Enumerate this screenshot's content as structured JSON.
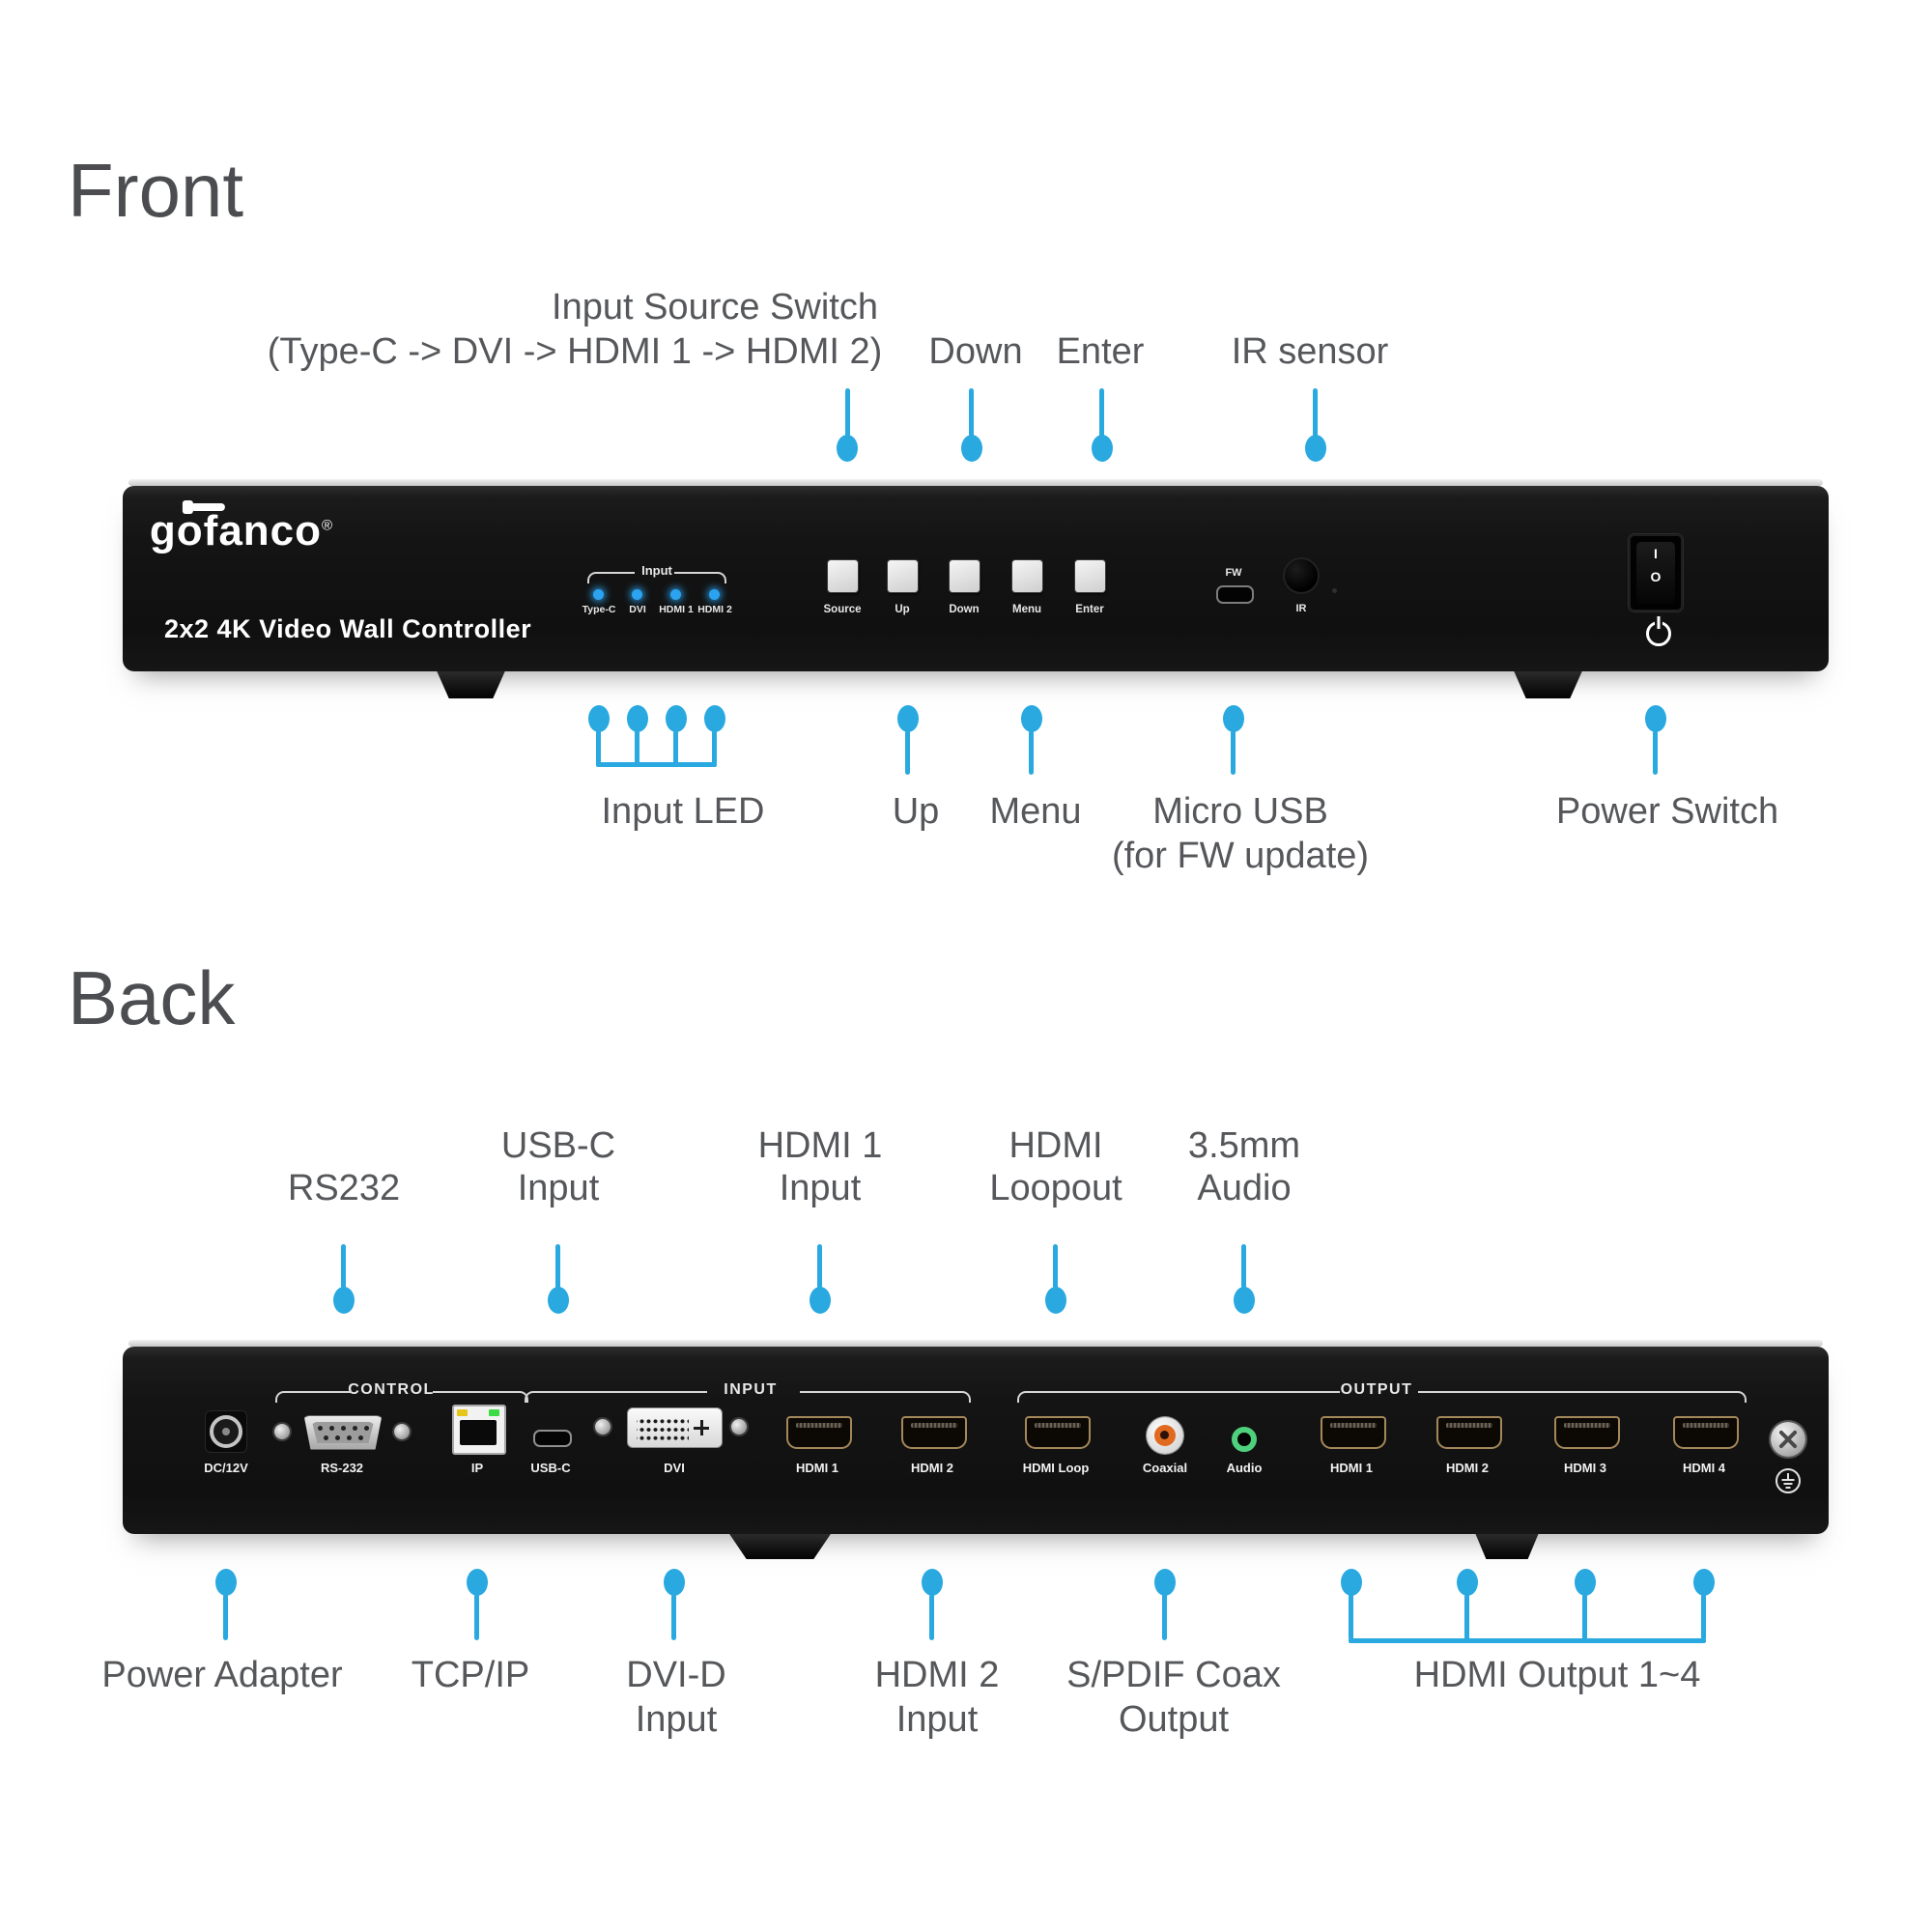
{
  "colors": {
    "accent": "#29a9e0",
    "label_gray": "#55575a",
    "device_black": "#141414",
    "led_blue": "#2ba3f0",
    "coax_orange": "#e06a1f",
    "audio_green": "#4fd07c",
    "ethernet_yellow": "#e6c619",
    "ethernet_green": "#3bdb43"
  },
  "front": {
    "heading": "Front",
    "callouts_top": [
      {
        "lines": [
          "Input Source Switch",
          "(Type-C -> DVI -> HDMI 1 -> HDMI 2)"
        ]
      },
      {
        "lines": [
          "Down"
        ]
      },
      {
        "lines": [
          "Enter"
        ]
      },
      {
        "lines": [
          "IR sensor"
        ]
      }
    ],
    "callouts_bottom": [
      {
        "lines": [
          "Input LED"
        ]
      },
      {
        "lines": [
          "Up"
        ]
      },
      {
        "lines": [
          "Menu"
        ]
      },
      {
        "lines": [
          "Micro USB",
          "(for FW update)"
        ]
      },
      {
        "lines": [
          "Power Switch"
        ]
      }
    ],
    "panel": {
      "brand": "gofanco",
      "brand_reg": "®",
      "model": "2x2 4K Video Wall Controller",
      "led_group_label": "Input",
      "led_labels": [
        "Type-C",
        "DVI",
        "HDMI 1",
        "HDMI 2"
      ],
      "button_labels": [
        "Source",
        "Up",
        "Down",
        "Menu",
        "Enter"
      ],
      "fw_label": "FW",
      "ir_label": "IR",
      "rocker_on": "I",
      "rocker_off": "O"
    }
  },
  "back": {
    "heading": "Back",
    "callouts_top": [
      {
        "lines": [
          "RS232"
        ]
      },
      {
        "lines": [
          "USB-C",
          "Input"
        ]
      },
      {
        "lines": [
          "HDMI 1",
          "Input"
        ]
      },
      {
        "lines": [
          "HDMI",
          "Loopout"
        ]
      },
      {
        "lines": [
          "3.5mm",
          "Audio"
        ]
      }
    ],
    "callouts_bottom": [
      {
        "lines": [
          "Power Adapter"
        ]
      },
      {
        "lines": [
          "TCP/IP"
        ]
      },
      {
        "lines": [
          "DVI-D",
          "Input"
        ]
      },
      {
        "lines": [
          "HDMI 2",
          "Input"
        ]
      },
      {
        "lines": [
          "S/PDIF Coax",
          "Output"
        ]
      },
      {
        "lines": [
          "HDMI Output 1~4"
        ]
      }
    ],
    "panel": {
      "section_labels": [
        "CONTROL",
        "INPUT",
        "OUTPUT"
      ],
      "port_labels": {
        "dc": "DC/12V",
        "rs232": "RS-232",
        "ip": "IP",
        "usbc": "USB-C",
        "dvi": "DVI",
        "hdmi_in_1": "HDMI 1",
        "hdmi_in_2": "HDMI 2",
        "hdmi_loop": "HDMI Loop",
        "coaxial": "Coaxial",
        "audio": "Audio",
        "hdmi_out_1": "HDMI 1",
        "hdmi_out_2": "HDMI 2",
        "hdmi_out_3": "HDMI 3",
        "hdmi_out_4": "HDMI 4"
      }
    }
  }
}
